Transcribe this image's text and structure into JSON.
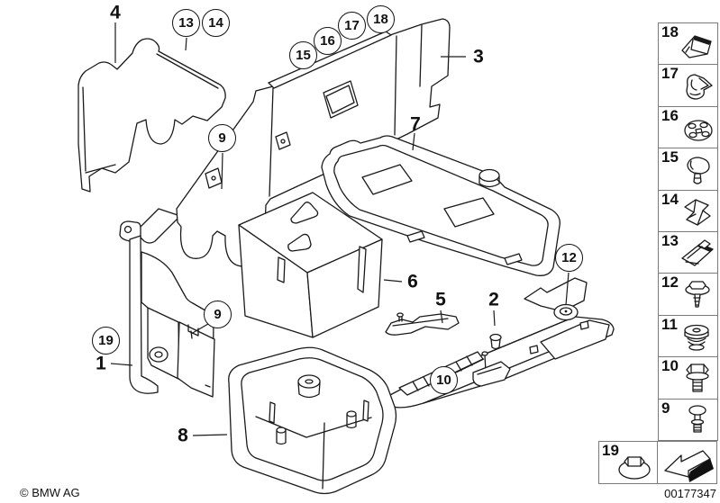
{
  "page": {
    "background": "#ffffff",
    "line_color": "#1a1a1a"
  },
  "footer": {
    "copyright": "© BMW AG",
    "document_number": "00177347"
  },
  "labels": {
    "p1": "1",
    "p2": "2",
    "p3": "3",
    "p4": "4",
    "p5": "5",
    "p6": "6",
    "p7": "7",
    "p8": "8"
  },
  "balloons": {
    "b9": "9",
    "b10": "10",
    "b12": "12",
    "b13": "13",
    "b14": "14",
    "b15": "15",
    "b16": "16",
    "b17": "17",
    "b18": "18",
    "b19": "19"
  },
  "legend": {
    "items": [
      {
        "label": "18",
        "icon": "retaining-clip"
      },
      {
        "label": "17",
        "icon": "holding-clip"
      },
      {
        "label": "16",
        "icon": "plastic-nut"
      },
      {
        "label": "15",
        "icon": "expanding-rivet"
      },
      {
        "label": "14",
        "icon": "spring-clip"
      },
      {
        "label": "13",
        "icon": "slide-on-clip"
      },
      {
        "label": "12",
        "icon": "screw-with-washer"
      },
      {
        "label": "11",
        "icon": "grommet-plug"
      },
      {
        "label": "10",
        "icon": "hex-bolt"
      },
      {
        "label": "9",
        "icon": "plastic-rivet"
      }
    ],
    "bottom_item": {
      "label": "19",
      "icon": "washer-nut"
    },
    "arrow_icon": "direction-arrow"
  }
}
